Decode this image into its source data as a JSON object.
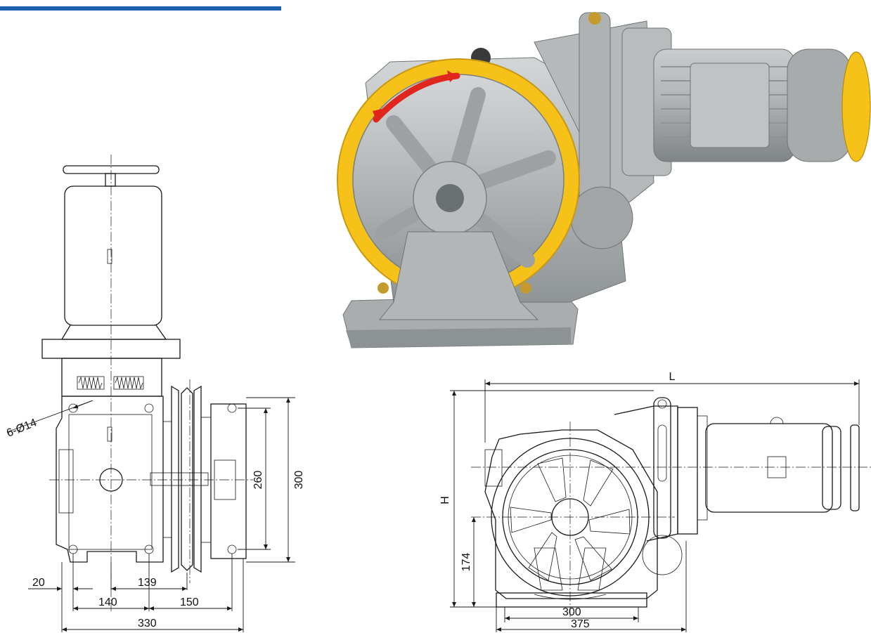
{
  "header": {
    "accent_color": "#1f5fb0"
  },
  "photo": {
    "subject": "elevator traction machine",
    "sheave_color": "#f6c21a",
    "arrow_color": "#e0261d",
    "body_color": "#b9bcbd"
  },
  "side_view": {
    "hole_label": "6-Ø14",
    "dim_260": "260",
    "dim_300": "300",
    "dim_20": "20",
    "dim_139": "139",
    "dim_140": "140",
    "dim_150": "150",
    "dim_330": "330"
  },
  "front_view": {
    "dim_L": "L",
    "dim_H": "H",
    "dim_174": "174",
    "dim_300": "300",
    "dim_375": "375"
  }
}
